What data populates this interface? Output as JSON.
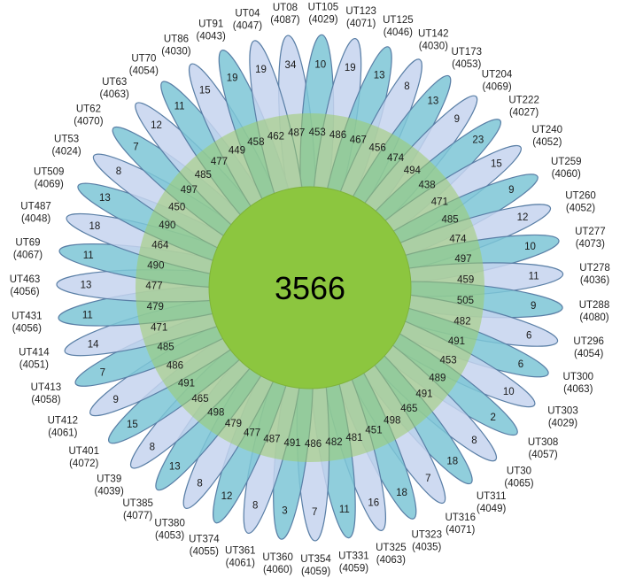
{
  "core": {
    "value": "3566",
    "color": "#8cc63f"
  },
  "ring_color": "#9ccc6a",
  "petal_colors": {
    "light": "#c5d4ee",
    "dark": "#7cc6d6",
    "stroke": "#5a7fa6"
  },
  "petals": [
    {
      "name": "UT08",
      "total": "(4087)",
      "unique": "34",
      "shared": "487"
    },
    {
      "name": "UT105",
      "total": "(4029)",
      "unique": "10",
      "shared": "453"
    },
    {
      "name": "UT123",
      "total": "(4071)",
      "unique": "19",
      "shared": "486"
    },
    {
      "name": "UT125",
      "total": "(4046)",
      "unique": "13",
      "shared": "467"
    },
    {
      "name": "UT142",
      "total": "(4030)",
      "unique": "8",
      "shared": "456"
    },
    {
      "name": "UT173",
      "total": "(4053)",
      "unique": "13",
      "shared": "474"
    },
    {
      "name": "UT204",
      "total": "(4069)",
      "unique": "9",
      "shared": "494"
    },
    {
      "name": "UT222",
      "total": "(4027)",
      "unique": "23",
      "shared": "438"
    },
    {
      "name": "UT240",
      "total": "(4052)",
      "unique": "15",
      "shared": "471"
    },
    {
      "name": "UT259",
      "total": "(4060)",
      "unique": "9",
      "shared": "485"
    },
    {
      "name": "UT260",
      "total": "(4052)",
      "unique": "12",
      "shared": "474"
    },
    {
      "name": "UT277",
      "total": "(4073)",
      "unique": "10",
      "shared": "497"
    },
    {
      "name": "UT278",
      "total": "(4036)",
      "unique": "11",
      "shared": "459"
    },
    {
      "name": "UT288",
      "total": "(4080)",
      "unique": "9",
      "shared": "505"
    },
    {
      "name": "UT296",
      "total": "(4054)",
      "unique": "6",
      "shared": "482"
    },
    {
      "name": "UT300",
      "total": "(4063)",
      "unique": "6",
      "shared": "491"
    },
    {
      "name": "UT303",
      "total": "(4029)",
      "unique": "10",
      "shared": "453"
    },
    {
      "name": "UT308",
      "total": "(4057)",
      "unique": "2",
      "shared": "489"
    },
    {
      "name": "UT30",
      "total": "(4065)",
      "unique": "8",
      "shared": "491"
    },
    {
      "name": "UT311",
      "total": "(4049)",
      "unique": "18",
      "shared": "465"
    },
    {
      "name": "UT316",
      "total": "(4071)",
      "unique": "7",
      "shared": "498"
    },
    {
      "name": "UT323",
      "total": "(4035)",
      "unique": "18",
      "shared": "451"
    },
    {
      "name": "UT325",
      "total": "(4063)",
      "unique": "16",
      "shared": "481"
    },
    {
      "name": "UT331",
      "total": "(4059)",
      "unique": "11",
      "shared": "482"
    },
    {
      "name": "UT354",
      "total": "(4059)",
      "unique": "7",
      "shared": "486"
    },
    {
      "name": "UT360",
      "total": "(4060)",
      "unique": "3",
      "shared": "491"
    },
    {
      "name": "UT361",
      "total": "(4061)",
      "unique": "8",
      "shared": "487"
    },
    {
      "name": "UT374",
      "total": "(4055)",
      "unique": "12",
      "shared": "477"
    },
    {
      "name": "UT380",
      "total": "(4053)",
      "unique": "8",
      "shared": "479"
    },
    {
      "name": "UT385",
      "total": "(4077)",
      "unique": "13",
      "shared": "498"
    },
    {
      "name": "UT39",
      "total": "(4039)",
      "unique": "8",
      "shared": "465"
    },
    {
      "name": "UT401",
      "total": "(4072)",
      "unique": "15",
      "shared": "491"
    },
    {
      "name": "UT412",
      "total": "(4061)",
      "unique": "9",
      "shared": "486"
    },
    {
      "name": "UT413",
      "total": "(4058)",
      "unique": "7",
      "shared": "485"
    },
    {
      "name": "UT414",
      "total": "(4051)",
      "unique": "14",
      "shared": "471"
    },
    {
      "name": "UT431",
      "total": "(4056)",
      "unique": "11",
      "shared": "479"
    },
    {
      "name": "UT463",
      "total": "(4056)",
      "unique": "13",
      "shared": "477"
    },
    {
      "name": "UT69",
      "total": "(4067)",
      "unique": "11",
      "shared": "490"
    },
    {
      "name": "UT487",
      "total": "(4048)",
      "unique": "18",
      "shared": "464"
    },
    {
      "name": "UT509",
      "total": "(4069)",
      "unique": "13",
      "shared": "490"
    },
    {
      "name": "UT53",
      "total": "(4024)",
      "unique": "8",
      "shared": "450"
    },
    {
      "name": "UT62",
      "total": "(4070)",
      "unique": "7",
      "shared": "497"
    },
    {
      "name": "UT63",
      "total": "(4063)",
      "unique": "12",
      "shared": "485"
    },
    {
      "name": "UT70",
      "total": "(4054)",
      "unique": "11",
      "shared": "477"
    },
    {
      "name": "UT86",
      "total": "(4030)",
      "unique": "15",
      "shared": "449"
    },
    {
      "name": "UT91",
      "total": "(4043)",
      "unique": "19",
      "shared": "458"
    },
    {
      "name": "UT04",
      "total": "(4047)",
      "unique": "19",
      "shared": "462"
    }
  ]
}
